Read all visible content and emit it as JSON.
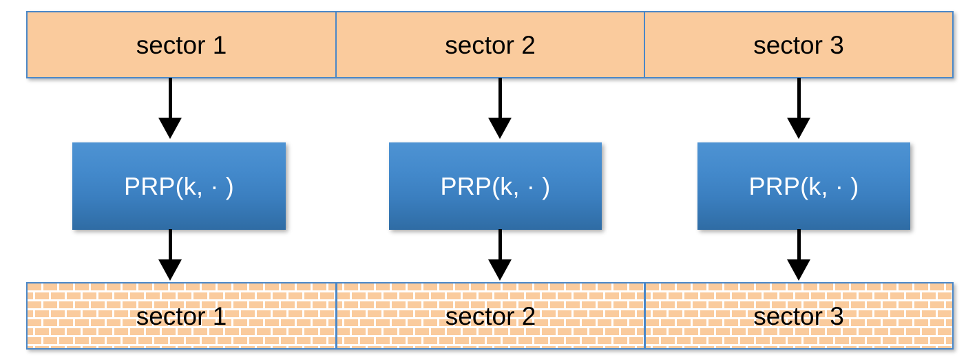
{
  "diagram": {
    "title": "sector-wise PRP encryption diagram",
    "colors": {
      "plaintext_fill": "#FACB9D",
      "brick_fill": "#FACB9D",
      "mortar": "#FFFFFF",
      "border_blue": "#4A87C8",
      "prp_gradient_top": "#4E93D3",
      "prp_gradient_bottom": "#2F6CA4",
      "arrow": "#000000",
      "text_dark": "#000000",
      "text_light": "#FFFFFF"
    },
    "plaintext_row": {
      "name": "plaintext-sectors",
      "cells": [
        {
          "label": "sector 1"
        },
        {
          "label": "sector 2"
        },
        {
          "label": "sector 3"
        }
      ]
    },
    "prp_boxes": [
      {
        "label": "PRP(k, · )"
      },
      {
        "label": "PRP(k, · )"
      },
      {
        "label": "PRP(k, · )"
      }
    ],
    "ciphertext_row": {
      "name": "ciphertext-sectors",
      "cells": [
        {
          "label": "sector 1"
        },
        {
          "label": "sector 2"
        },
        {
          "label": "sector 3"
        }
      ]
    },
    "arrows": [
      {
        "name": "arrow-plaintext-1-to-prp-1",
        "direction": "down"
      },
      {
        "name": "arrow-plaintext-2-to-prp-2",
        "direction": "down"
      },
      {
        "name": "arrow-plaintext-3-to-prp-3",
        "direction": "down"
      },
      {
        "name": "arrow-prp-1-to-ciphertext-1",
        "direction": "down"
      },
      {
        "name": "arrow-prp-2-to-ciphertext-2",
        "direction": "down"
      },
      {
        "name": "arrow-prp-3-to-ciphertext-3",
        "direction": "down"
      }
    ]
  }
}
